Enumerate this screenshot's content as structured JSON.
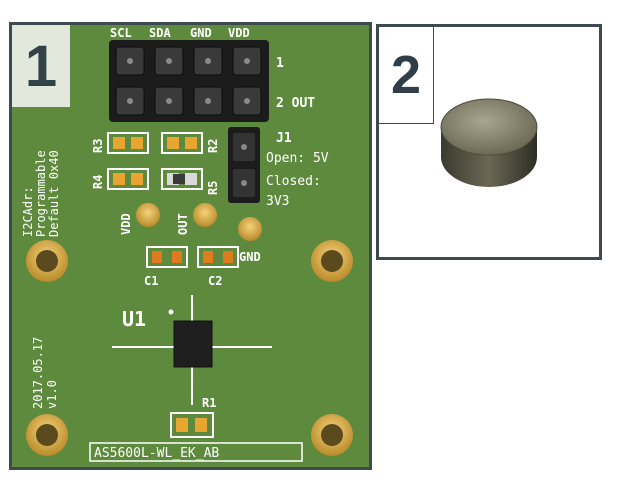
{
  "panels": {
    "board": {
      "badge": "1"
    },
    "magnet": {
      "badge": "2"
    }
  },
  "board": {
    "pin_headers": [
      "SCL",
      "SDA",
      "GND",
      "VDD"
    ],
    "row_labels": [
      "1",
      "2 OUT"
    ],
    "side_text": [
      "I2CAdr:",
      "Programmable",
      "Default 0x40"
    ],
    "resistors": [
      "R3",
      "R2",
      "R4",
      "R5",
      "R1"
    ],
    "jumper": {
      "name": "J1",
      "open": "Open: 5V",
      "closed": "Closed:",
      "closed_val": "3V3"
    },
    "pads": [
      "VDD",
      "OUT",
      "GND"
    ],
    "caps": [
      "C1",
      "C2"
    ],
    "ic": "U1",
    "date_text": [
      "2017.05.17",
      "v1.0"
    ],
    "product": "AS5600L-WL_EK_AB"
  },
  "colors": {
    "pcb": "#5a7f3c",
    "silk": "#ffffff",
    "pad_gold": "#e8b84a",
    "frame": "#3d4a52",
    "badge_text": "#2f3e48"
  }
}
